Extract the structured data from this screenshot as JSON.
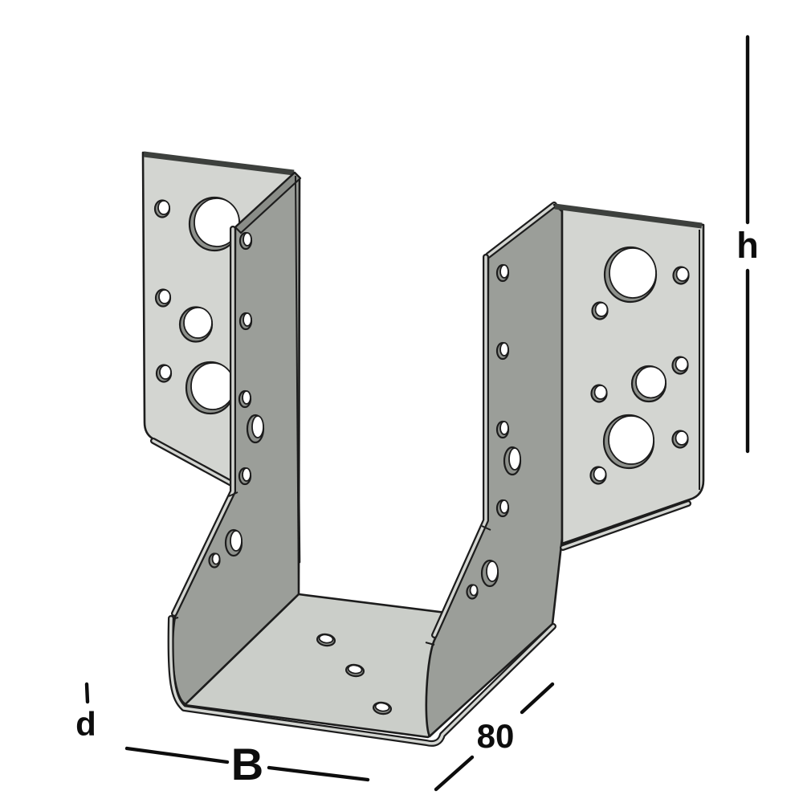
{
  "figure": {
    "subject": "U-shaped joist hanger bracket shown in isometric technical illustration with dimension annotations",
    "labels": {
      "height": "h",
      "material_thickness": "d",
      "width": "B",
      "depth": "80"
    }
  },
  "colors": {
    "background": "#ffffff",
    "face_light": "#d3d5d1",
    "face_base": "#cbcec9",
    "face_dark": "#9b9e99",
    "edge_dark": "#1d1d1d",
    "dimension": "#0d0d0d"
  }
}
